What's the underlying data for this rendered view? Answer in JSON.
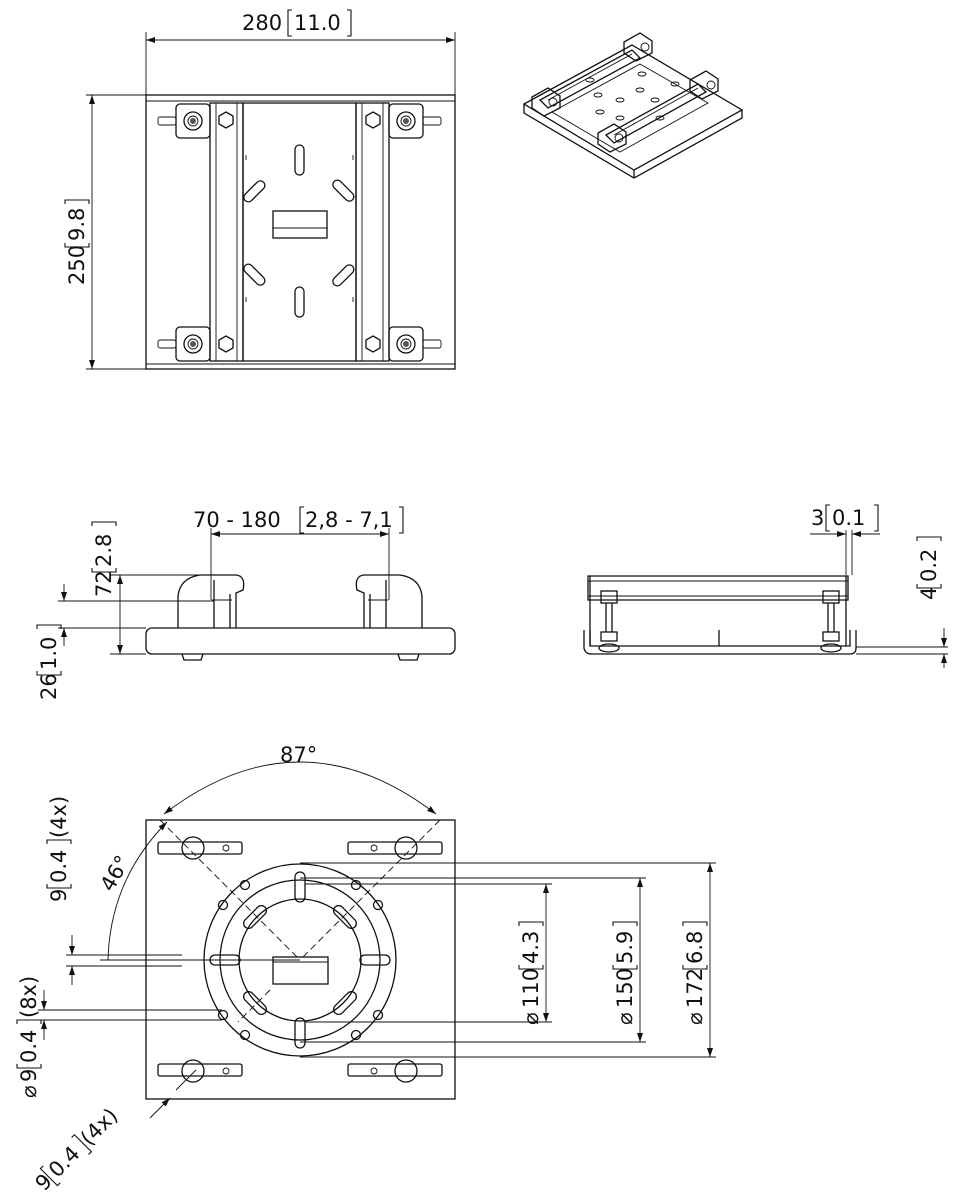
{
  "top_view": {
    "width_label": "280",
    "width_label_inch": "11.0",
    "height_label": "250",
    "height_label_inch": "9.8"
  },
  "side_view": {
    "range_label": "70 - 180",
    "range_label_inch": "2,8 - 7,1",
    "h72_label": "72",
    "h72_label_inch": "2.8",
    "h26_label": "26",
    "h26_label_inch": "1.0"
  },
  "front_view": {
    "t3_label": "3",
    "t3_label_inch": "0.1",
    "h4_label": "4",
    "h4_label_inch": "0.2"
  },
  "plate_view": {
    "angle_87": "87°",
    "angle_46": "46°",
    "hole_9_4x_top": "9",
    "hole_9_4x_top_inch": "0.4",
    "hole_9_4x_top_count": "(4x)",
    "hole_d9_8x": "9",
    "hole_d9_8x_inch": "0.4",
    "hole_d9_8x_count": "(8x)",
    "hole_9_4x_bottom": "9",
    "hole_9_4x_bottom_inch": "0.4",
    "hole_9_4x_bottom_count": "(4x)",
    "d110": "110",
    "d110_inch": "4.3",
    "d150": "150",
    "d150_inch": "5.9",
    "d172": "172",
    "d172_inch": "6.8",
    "diameter_symbol": "⌀"
  }
}
